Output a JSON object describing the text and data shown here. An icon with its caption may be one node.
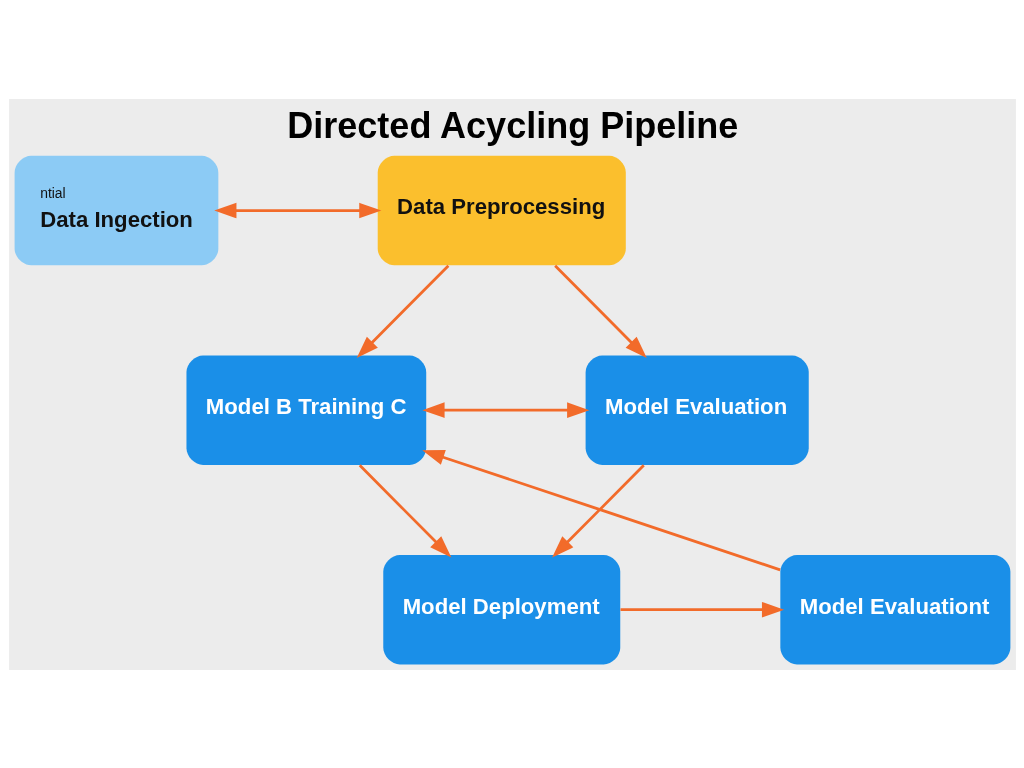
{
  "diagram": {
    "title": "Directed Acycling Pipeline",
    "nodes": [
      {
        "text": [
          "ntial",
          "Data Ingection"
        ]
      },
      {
        "text": [
          "Data Preprocessing"
        ]
      },
      {
        "text": [
          "Model B Training C"
        ]
      },
      {
        "text": [
          "Model Evaluation"
        ]
      },
      {
        "text": [
          "Model Evaluationt"
        ]
      },
      {
        "text": [
          "Model Deployment"
        ]
      }
    ],
    "edges": [
      {
        "from": 0,
        "to": 1,
        "arrow": "both"
      },
      {
        "from": 1,
        "to": 2,
        "arrow": "to"
      },
      {
        "from": 1,
        "to": 3,
        "arrow": "to"
      },
      {
        "from": 2,
        "to": 3,
        "arrow": "both"
      },
      {
        "from": 2,
        "to": 5,
        "arrow": "to"
      },
      {
        "from": 3,
        "to": 5,
        "arrow": "to"
      },
      {
        "from": 5,
        "to": 4,
        "arrow": "to"
      },
      {
        "from": 4,
        "to": 2,
        "arrow": "to"
      }
    ]
  }
}
